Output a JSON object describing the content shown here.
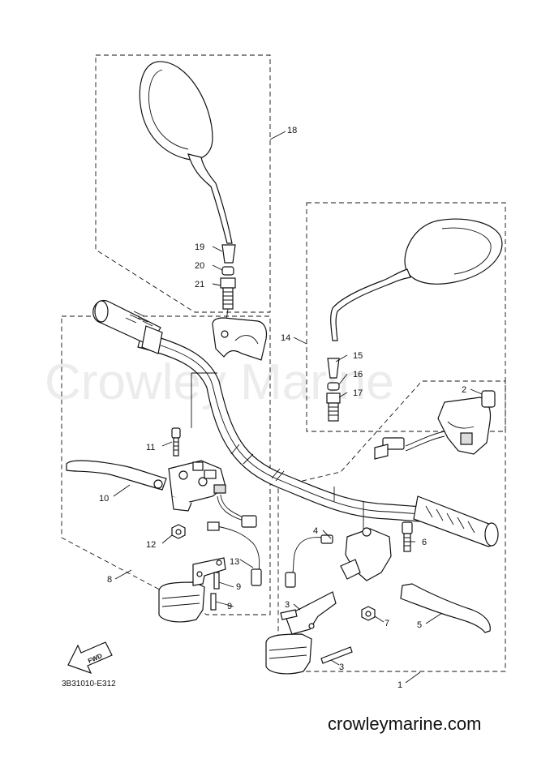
{
  "watermark": "Crowley Marine",
  "document_code": "3B31010-E312",
  "fwd_label": "FWD",
  "site_url": "crowleymarine.com",
  "callouts": [
    "1",
    "2",
    "3",
    "3",
    "4",
    "5",
    "6",
    "7",
    "8",
    "9",
    "9",
    "10",
    "11",
    "12",
    "13",
    "14",
    "15",
    "16",
    "17",
    "18",
    "19",
    "20",
    "21"
  ]
}
